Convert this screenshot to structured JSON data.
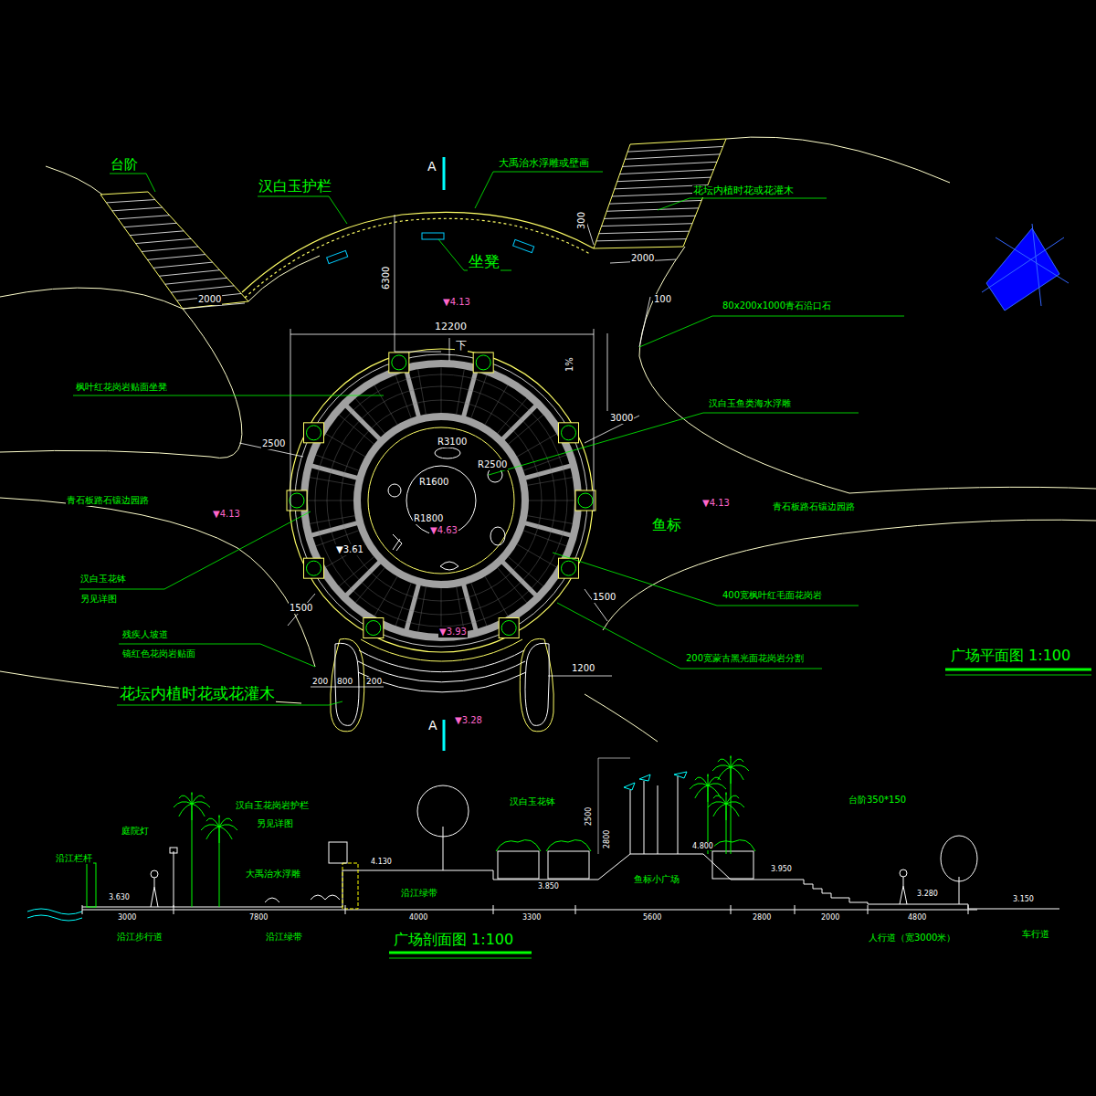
{
  "diagram": {
    "labels": [
      "台阶",
      "汉白玉护栏",
      "A",
      "大禹治水浮雕或壁画",
      "花坛内植时花或花灌木",
      "300",
      "2000",
      "2000",
      "坐凳",
      "6300",
      "▼4.13",
      "12200",
      "下",
      "1%",
      "100",
      "80x200x1000青石沿口石",
      "枫叶红花岗岩贴面坐凳",
      "汉白玉鱼类海水浮雕",
      "3000",
      "2500",
      "R3100",
      "R2500",
      "R1600",
      "R1800",
      "▼4.63",
      "青石板路石镶边园路",
      "▼4.13",
      "▼4.13",
      "青石板路石镶边园路",
      "鱼标",
      "▼3.61",
      "汉白玉花钵",
      "另见详图",
      "1500",
      "1500",
      "400宽枫叶红毛面花岗岩",
      "残疾人坡道",
      "镜红色花岗岩贴面",
      "▼3.93",
      "200宽蒙古黑光面花岗岩分割",
      "广场平面图 1:100",
      "200",
      "800",
      "200",
      "1200",
      "花坛内植时花或花灌木",
      "A",
      "▼3.28",
      "汉白玉花岗岩护栏",
      "另见详图",
      "庭院灯",
      "汉白玉花钵",
      "台阶350*150",
      "沿江栏杆",
      "大禹治水浮雕",
      "4.130",
      "2500",
      "2800",
      "4.800",
      "3.950",
      "3.630",
      "沿江绿带",
      "3.850",
      "鱼标小广场",
      "3.280",
      "3.150",
      "3000",
      "7800",
      "4000",
      "3300",
      "5600",
      "2800",
      "2000",
      "4800",
      "沿江步行道",
      "沿江绿带",
      "广场剖面图 1:100",
      "人行道（宽3000米）",
      "车行道"
    ]
  }
}
